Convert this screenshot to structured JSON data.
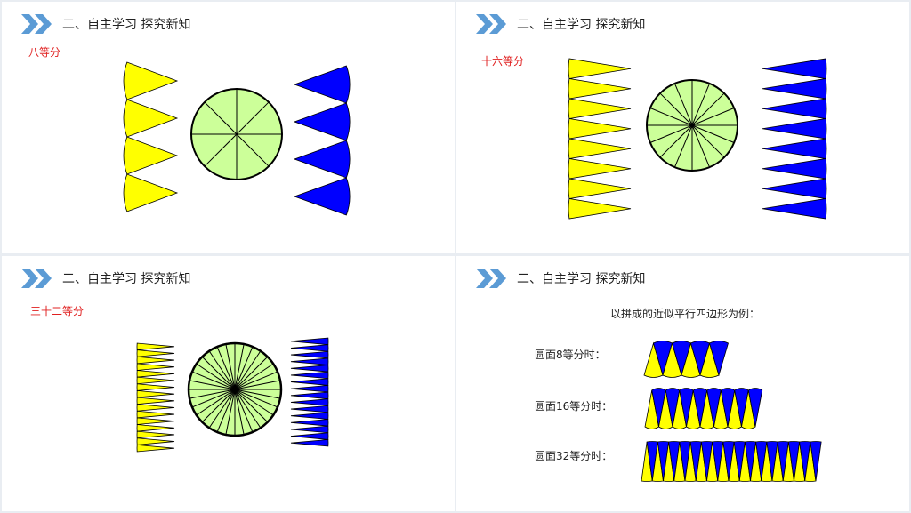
{
  "panels": [
    {
      "title": "二、自主学习  探究新知",
      "label": "八等分"
    },
    {
      "title": "二、自主学习  探究新知",
      "label": "十六等分"
    },
    {
      "title": "二、自主学习  探究新知",
      "label": "三十二等分"
    },
    {
      "title": "二、自主学习  探究新知",
      "subtitle": "以拼成的近似平行四边形为例：",
      "rows": [
        {
          "label": "圆面8等分时："
        },
        {
          "label": "圆面16等分时："
        },
        {
          "label": "圆面32等分时："
        }
      ]
    }
  ],
  "colors": {
    "accent": "#5b9bd5",
    "label_red": "#e02020",
    "circle_fill": "#ccff99",
    "yellow": "#ffff00",
    "blue": "#0000ff"
  },
  "icons": {
    "header": "double-chevron-right-icon"
  }
}
